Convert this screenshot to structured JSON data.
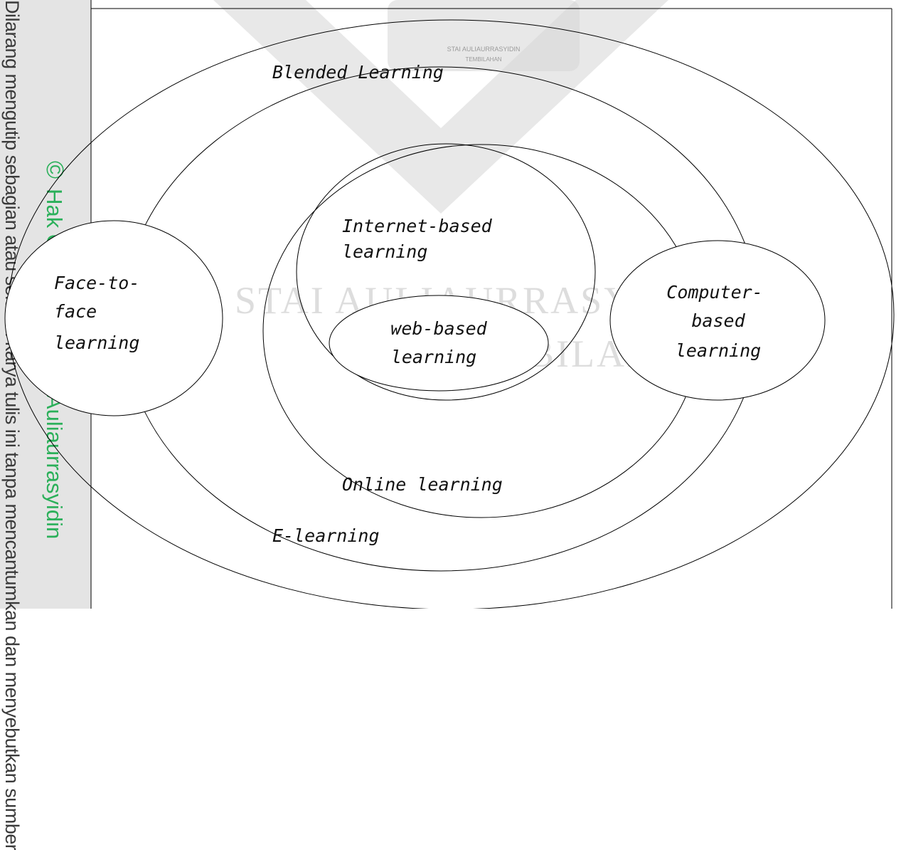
{
  "margin_note": {
    "text": "Dilarang mengutip sebagian atau seluruh karya tulis ini tanpa mencantumkan dan menyebutkan sumber",
    "color": "#3a3a3a"
  },
  "copyright_notice": {
    "icon": "copyright-icon",
    "text": "Hak Cipta milik STAI Auliaurrasyidin",
    "color": "#2bb05a"
  },
  "watermark": {
    "seal_lines": [
      "STAI AULIAURRASYIDIN",
      "TEMBILAHAN"
    ],
    "text_lines": [
      "STAI AULIAURRASYIDIN",
      "TEMBILAHAN"
    ]
  },
  "diagram": {
    "labels": {
      "blended": "Blended Learning",
      "elearning": "E-learning",
      "online": "Online learning",
      "internet": [
        "Internet-based",
        "learning"
      ],
      "web": [
        "web-based",
        "learning"
      ],
      "face": [
        "Face-to-",
        "face",
        "learning"
      ],
      "computer": [
        "Computer-",
        "based",
        "learning"
      ]
    }
  }
}
